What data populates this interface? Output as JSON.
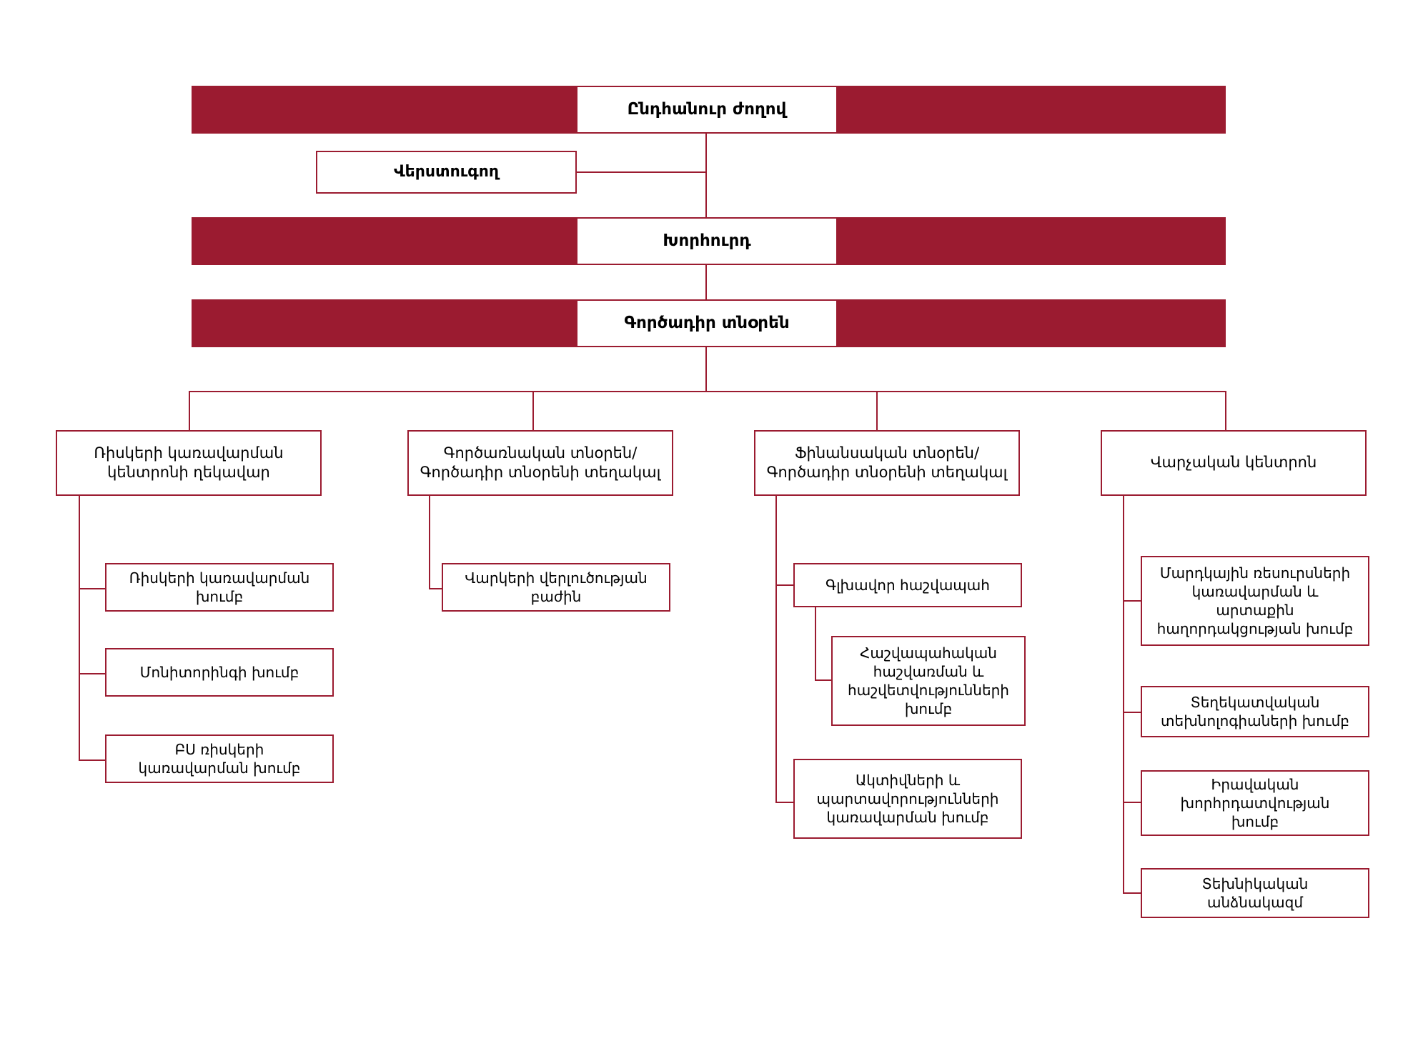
{
  "theme": {
    "accent": "#9b1b30",
    "background": "#ffffff",
    "box_fill": "#ffffff",
    "text": "#000000"
  },
  "chart_title": "",
  "org_chart": {
    "type": "organizational-hierarchy",
    "levels": [
      {
        "level": 0,
        "nodes": [
          {
            "id": "general-assembly",
            "label": "Ընդհանուր ժողով",
            "style": "banner"
          }
        ]
      },
      {
        "level": "aux",
        "nodes": [
          {
            "id": "auditor",
            "label": "Վերստուգող",
            "style": "plain"
          }
        ]
      },
      {
        "level": 1,
        "nodes": [
          {
            "id": "board",
            "label": "Խորհուրդ",
            "style": "banner"
          }
        ]
      },
      {
        "level": 2,
        "nodes": [
          {
            "id": "executive-director",
            "label": "Գործադիր տնօրեն",
            "style": "banner"
          }
        ]
      },
      {
        "level": 3,
        "nodes": [
          {
            "id": "risk-management-center-head",
            "label": "Ռիսկերի կառավարման\nկենտրոնի ղեկավար",
            "style": "plain"
          },
          {
            "id": "operations-director",
            "label": "Գործառնական տնօրեն/\nԳործադիր տնօրենի տեղակալ",
            "style": "plain"
          },
          {
            "id": "financial-director",
            "label": "Ֆինանսական տնօրեն/\nԳործադիր տնօրենի տեղակալ",
            "style": "plain"
          },
          {
            "id": "credit-center",
            "label": "Վարչական կենտրոն",
            "style": "plain"
          }
        ]
      },
      {
        "level": 4,
        "nodes": [
          {
            "id": "risk-management-group",
            "parent": "risk-management-center-head",
            "label": "Ռիսկերի կառավարման\nխումբ"
          },
          {
            "id": "monitoring-group",
            "parent": "risk-management-center-head",
            "label": "Մոնիտորինգի խումբ"
          },
          {
            "id": "ku-risk-management-group",
            "parent": "risk-management-center-head",
            "label": "ԲՍ ռիսկերի\nկառավարման խումբ"
          },
          {
            "id": "loan-analysis-department",
            "parent": "operations-director",
            "label": "Վարկերի վերլուծության\nբաժին"
          },
          {
            "id": "chief-accountant",
            "parent": "financial-director",
            "label": "Գլխավոր հաշվապահ"
          },
          {
            "id": "accounting-reporting-group",
            "parent": "chief-accountant",
            "label": "Հաշվապահական\nհաշվառման և\nհաշվետվությունների\nխումբ"
          },
          {
            "id": "assets-liabilities-group",
            "parent": "financial-director",
            "label": "Ակտիվների և\nպարտավորությունների\nկառավարման խումբ"
          },
          {
            "id": "hr-external-relations-group",
            "parent": "credit-center",
            "label": "Մարդկային ռեսուրսների\nկառավարման և\nարտաքին\nհաղորդակցության խումբ"
          },
          {
            "id": "it-group",
            "parent": "credit-center",
            "label": "Տեղեկատվական\nտեխնոլոգիաների խումբ"
          },
          {
            "id": "legal-advisory-group",
            "parent": "credit-center",
            "label": "Իրավական\nխորհրդատվության\nխումբ"
          },
          {
            "id": "technical-staff",
            "parent": "credit-center",
            "label": "Տեխնիկական\nանձնակազմ"
          }
        ]
      }
    ]
  }
}
